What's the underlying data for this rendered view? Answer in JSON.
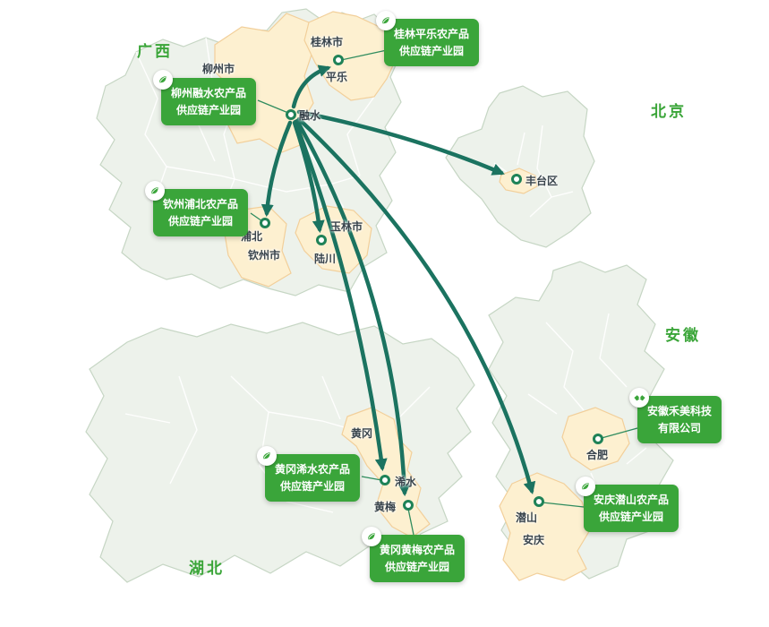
{
  "provinces": {
    "guangxi": {
      "label": "广西"
    },
    "beijing": {
      "label": "北京"
    },
    "anhui": {
      "label": "安徽"
    },
    "hubei": {
      "label": "湖北"
    }
  },
  "cities": {
    "liuzhou": {
      "label": "柳州市"
    },
    "guilin": {
      "label": "桂林市"
    },
    "pingle": {
      "label": "平乐"
    },
    "rongshui": {
      "label": "融水"
    },
    "pubei": {
      "label": "浦北"
    },
    "qinzhou": {
      "label": "钦州市"
    },
    "luchuan": {
      "label": "陆川"
    },
    "yulin": {
      "label": "玉林市"
    },
    "fengtai": {
      "label": "丰台区"
    },
    "huanggang": {
      "label": "黄冈"
    },
    "xishui": {
      "label": "浠水"
    },
    "huangmei": {
      "label": "黄梅"
    },
    "hefei": {
      "label": "合肥"
    },
    "qianshan": {
      "label": "潜山"
    },
    "anqing": {
      "label": "安庆"
    }
  },
  "parks": {
    "guilin_pingle": {
      "line1": "桂林平乐农产品",
      "line2": "供应链产业园",
      "icon": "leaf-logo"
    },
    "liuzhou_rongshui": {
      "line1": "柳州融水农产品",
      "line2": "供应链产业园",
      "icon": "leaf-logo"
    },
    "qinzhou_pubei": {
      "line1": "钦州浦北农产品",
      "line2": "供应链产业园",
      "icon": "leaf-logo"
    },
    "huanggang_xishui": {
      "line1": "黄冈浠水农产品",
      "line2": "供应链产业园",
      "icon": "leaf-logo"
    },
    "huanggang_huangmei": {
      "line1": "黄冈黄梅农产品",
      "line2": "供应链产业园",
      "icon": "leaf-logo"
    },
    "anqing_qianshan": {
      "line1": "安庆潜山农产品",
      "line2": "供应链产业园",
      "icon": "leaf-logo"
    },
    "anhui_hemei": {
      "line1": "安徽禾美科技",
      "line2": "有限公司",
      "icon": "handshake-logo"
    }
  },
  "routes": {
    "origin": "融水",
    "destinations": [
      "平乐",
      "丰台区",
      "浦北",
      "陆川",
      "浠水",
      "黄梅",
      "潜山"
    ]
  },
  "colors": {
    "badge_green": "#3aa53a",
    "arrow_green": "#1b7360",
    "province_fill": "#edf2eb",
    "highlight_fill": "#fdf0d0",
    "highlight_border": "#f2cf9a",
    "label_green": "#3aa538",
    "marker_ring": "#1f8257"
  }
}
